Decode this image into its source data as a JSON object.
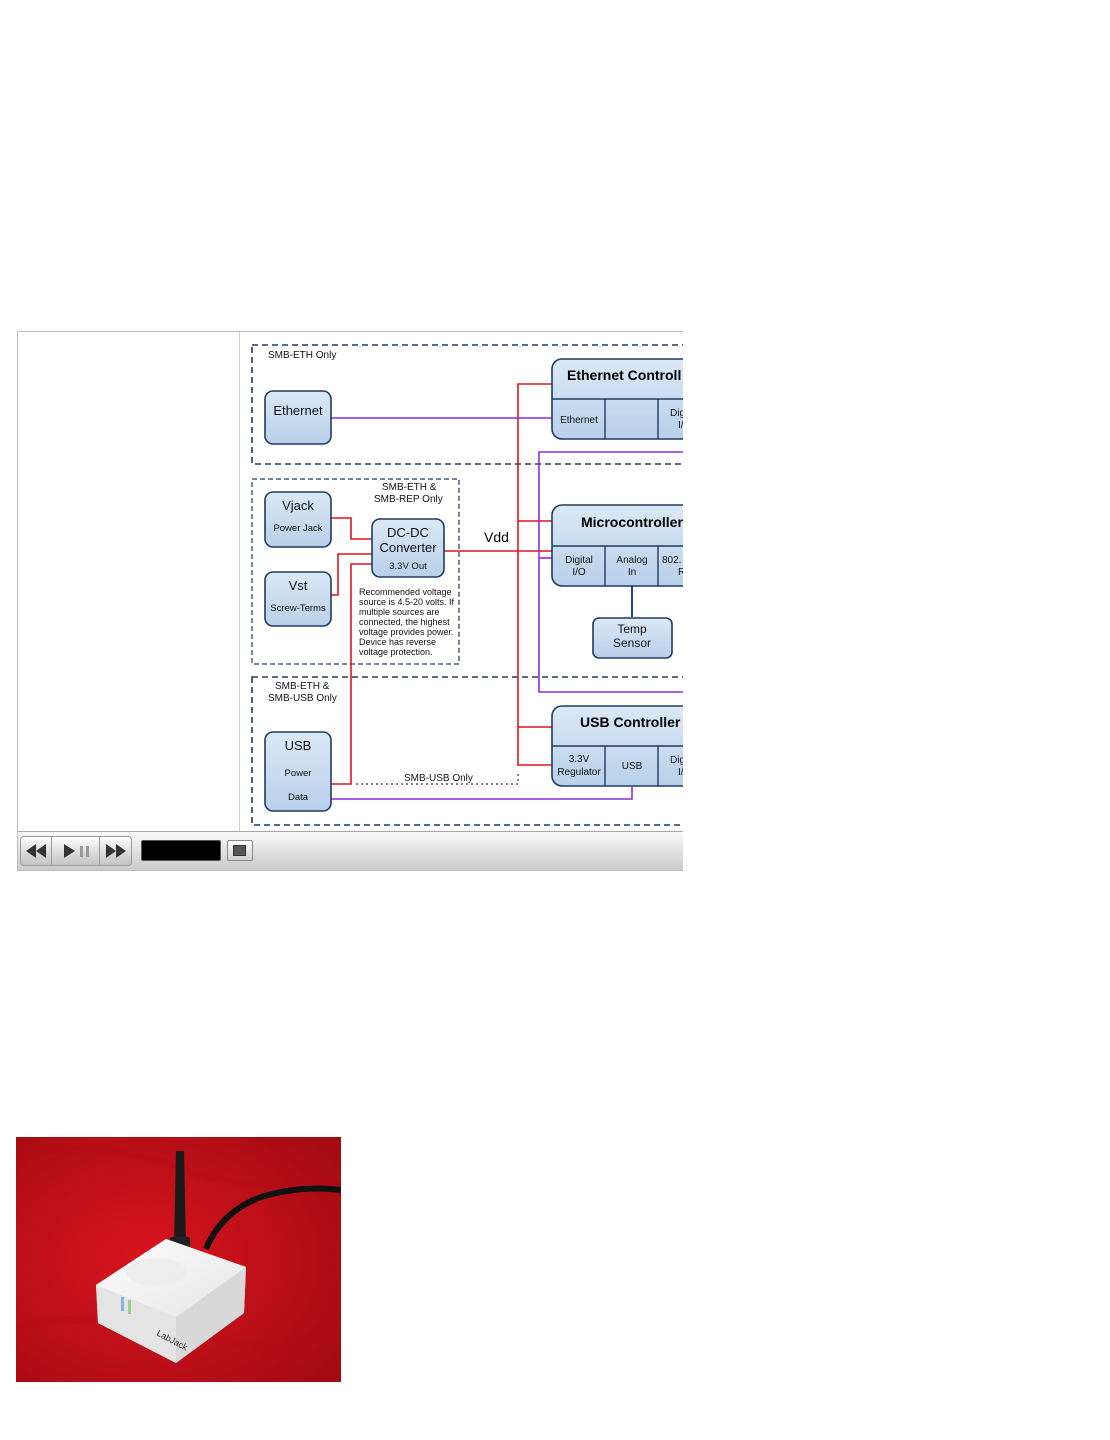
{
  "diagram": {
    "zones": {
      "eth_only": "SMB-ETH Only",
      "eth_rep_line1": "SMB-ETH &",
      "eth_rep_line2": "SMB-REP Only",
      "eth_usb_line1": "SMB-ETH &",
      "eth_usb_line2": "SMB-USB Only"
    },
    "blocks": {
      "ethernet": "Ethernet",
      "vjack": "Vjack",
      "vjack_sub": "Power Jack",
      "vst": "Vst",
      "vst_sub": "Screw-Terms",
      "dcdc_line1": "DC-DC",
      "dcdc_line2": "Converter",
      "dcdc_sub": "3.3V Out",
      "usb": "USB",
      "usb_power": "Power",
      "usb_data": "Data",
      "temp_line1": "Temp",
      "temp_line2": "Sensor"
    },
    "controllers": {
      "ethernet_title": "Ethernet Controll",
      "ethernet_cell1": "Ethernet",
      "ethernet_cell3_line1": "Dig",
      "ethernet_cell3_line2": "I/",
      "micro_title": "Microcontroller",
      "micro_cell1_line1": "Digital",
      "micro_cell1_line2": "I/O",
      "micro_cell2_line1": "Analog",
      "micro_cell2_line2": "In",
      "micro_cell3_line1": "802.",
      "micro_cell3_line2": "R",
      "usb_title": "USB Controller",
      "usb_cell1_line1": "3.3V",
      "usb_cell1_line2": "Regulator",
      "usb_cell2": "USB",
      "usb_cell3_line1": "Dig",
      "usb_cell3_line2": "I/"
    },
    "vdd_label": "Vdd",
    "note_lines": [
      "Recommended voltage",
      "source is 4.5-20 volts.  If",
      "multiple sources are",
      "connected, the highest",
      "voltage provides power.",
      "Device has reverse",
      "voltage protection."
    ],
    "smb_usb_only": "SMB-USB Only"
  },
  "player": {
    "rewind_icon": "rewind-icon",
    "play_pause_icon": "play-pause-icon",
    "forward_icon": "fast-forward-icon",
    "fullscreen_icon": "fullscreen-icon"
  },
  "photo": {
    "device_label": "LabJack"
  },
  "colors": {
    "block_fill": "#c9dcf0",
    "block_stroke": "#1f3b5e",
    "power_line": "#e0141e",
    "data_line": "#8a2be2",
    "temp_line": "#1a3dbf",
    "photo_bg": "#c8101a"
  }
}
